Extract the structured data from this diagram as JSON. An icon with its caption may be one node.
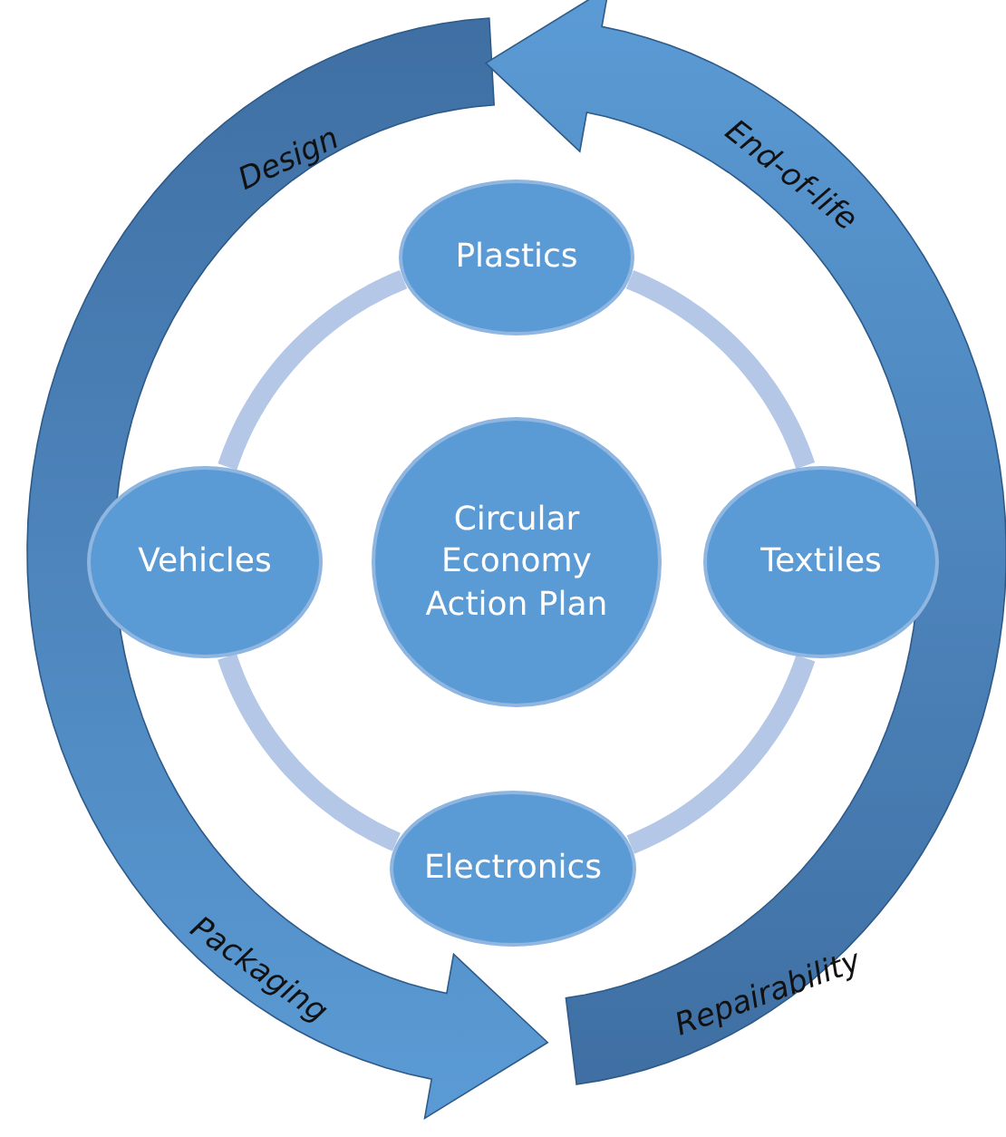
{
  "diagram": {
    "nodes": [
      {
        "text": [
          "Design",
          "Packaging"
        ]
      },
      {
        "text": [
          "End-of-life",
          "Repairability"
        ]
      },
      {
        "text": [
          "Plastics"
        ]
      },
      {
        "text": [
          "Vehicles"
        ]
      },
      {
        "text": [
          "Circular Economy Action Plan"
        ]
      },
      {
        "text": [
          "Textiles"
        ]
      },
      {
        "text": [
          "Electronics"
        ]
      }
    ],
    "edges": [
      {
        "from": 2,
        "to": 5,
        "arrow": "none"
      },
      {
        "from": 5,
        "to": 6,
        "arrow": "none"
      },
      {
        "from": 6,
        "to": 3,
        "arrow": "none"
      },
      {
        "from": 3,
        "to": 2,
        "arrow": "none"
      }
    ]
  }
}
